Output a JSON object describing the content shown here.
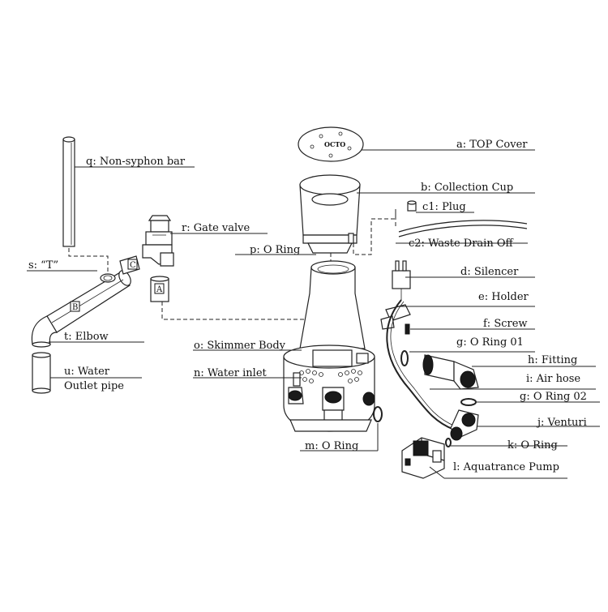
{
  "labels": {
    "a": "a: TOP Cover",
    "b": "b: Collection Cup",
    "c1": "c1: Plug",
    "c2": "c2: Waste Drain Off",
    "d": "d: Silencer",
    "e": "e: Holder",
    "f": "f: Screw",
    "g1": "g: O Ring 01",
    "h": "h: Fitting",
    "i": "i: Air hose",
    "g2": "g: O Ring 02",
    "j": "j: Venturi",
    "k": "k: O Ring",
    "l": "l: Aquatrance Pump",
    "m": "m: O Ring",
    "n": "n: Water inlet",
    "o": "o: Skimmer Body",
    "p": "p: O Ring",
    "q": "q: Non-syphon bar",
    "r": "r: Gate valve",
    "s": "s: “T”",
    "t": "t: Elbow",
    "u1": "u: Water",
    "u2": "Outlet pipe"
  },
  "part_marks": {
    "A": "A",
    "B": "B",
    "C": "C"
  },
  "logo": "OCTO"
}
